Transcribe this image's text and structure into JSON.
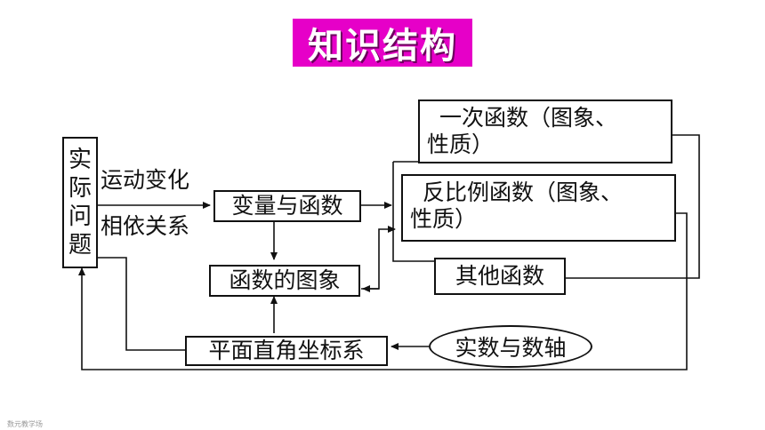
{
  "title": "知识结构",
  "nodes": {
    "practical_problem": [
      "实",
      "际",
      "问",
      "题"
    ],
    "variables_functions": "变量与函数",
    "function_graph": "函数的图象",
    "coordinate_system": "平面直角坐标系",
    "real_numbers_axis": "实数与数轴",
    "linear_function": [
      "一次函数（图象、",
      "性质）"
    ],
    "inverse_function": [
      "反比例函数（图象、",
      "性质）"
    ],
    "other_functions": "其他函数"
  },
  "labels": {
    "motion_change": "运动变化",
    "interdependence": "相依关系"
  },
  "watermark": "数元教学场"
}
